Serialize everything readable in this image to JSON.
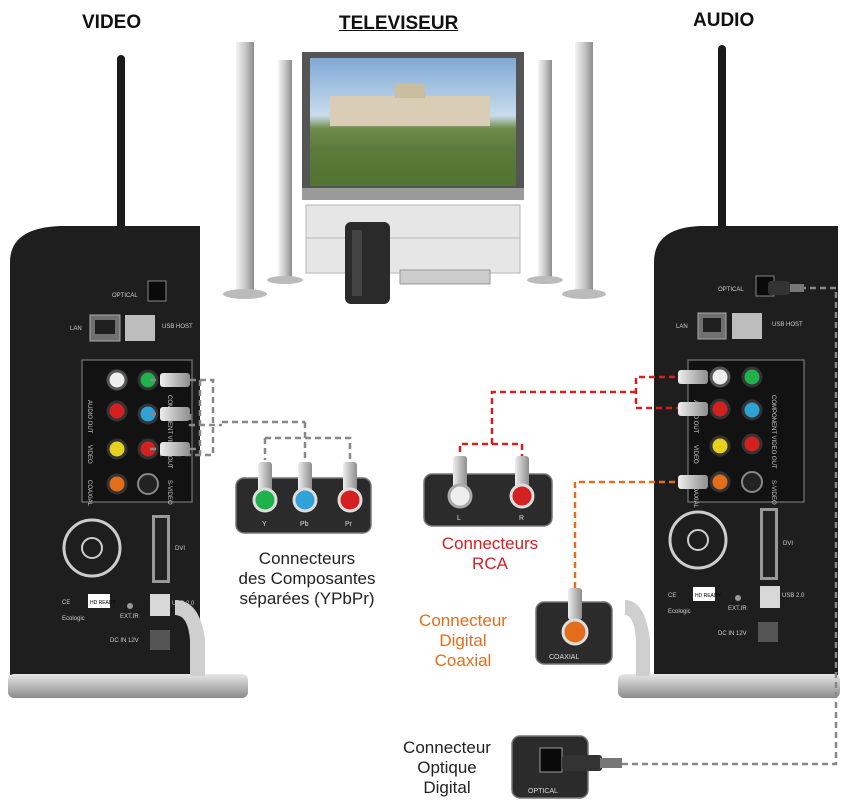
{
  "titles": {
    "video": "VIDEO",
    "tv": "TELEVISEUR",
    "audio": "AUDIO"
  },
  "captions": {
    "component": [
      "Connecteurs",
      "des Composantes",
      "séparées (YPbPr)"
    ],
    "rca": [
      "Connecteurs",
      "RCA"
    ],
    "coaxial": [
      "Connecteur",
      "Digital",
      "Coaxial"
    ],
    "optical": [
      "Connecteur",
      "Optique",
      "Digital"
    ]
  },
  "device_labels": {
    "optical": "OPTICAL",
    "lan": "LAN",
    "usb_host": "USB HOST",
    "audio_out": "AUDIO OUT",
    "component_video_out": "COMPONENT VIDEO OUT",
    "video": "VIDEO",
    "coaxial": "COAXIAL",
    "s_video": "S-VIDEO",
    "dvi": "DVI",
    "usb20": "USB 2.0",
    "ext_ir": "EXT.IR",
    "dc_in": "DC IN 12V",
    "l": "L",
    "r": "R",
    "y": "Y",
    "pb": "Pb",
    "pr": "Pr",
    "ce": "CE",
    "hd_ready": "HD READY",
    "brand": "Ecologic"
  },
  "plates": {
    "ypbpr": [
      "Y",
      "Pb",
      "Pr"
    ],
    "rca": [
      "L",
      "R"
    ],
    "coaxial": "COAXIAL",
    "optical": "OPTICAL"
  },
  "colors": {
    "red_cable": "#d42020",
    "orange_cable": "#e46d1c",
    "gray_cable": "#888888"
  }
}
